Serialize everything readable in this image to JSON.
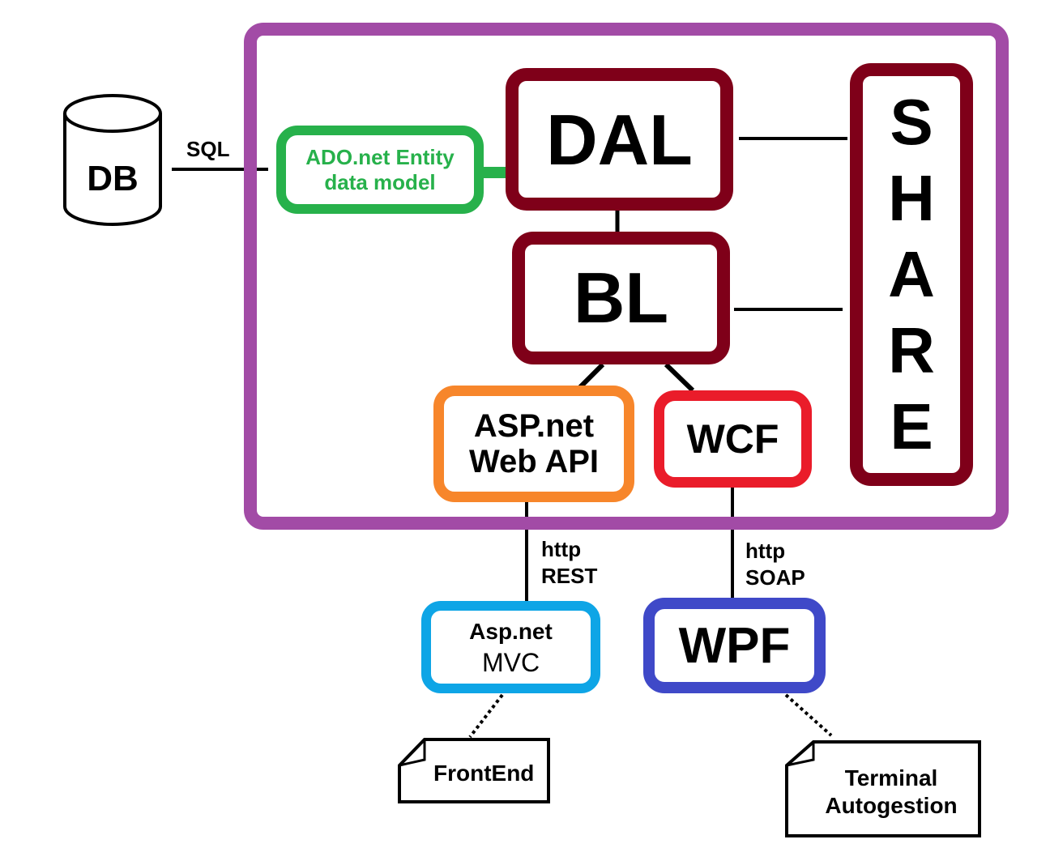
{
  "db": {
    "label": "DB"
  },
  "sql_label": "SQL",
  "ado": {
    "line1": "ADO.net Entity",
    "line2": "data model"
  },
  "dal": {
    "label": "DAL"
  },
  "bl": {
    "label": "BL"
  },
  "share": {
    "letters": [
      "S",
      "H",
      "A",
      "R",
      "E"
    ]
  },
  "webapi": {
    "line1": "ASP.net",
    "line2": "Web API"
  },
  "wcf": {
    "label": "WCF"
  },
  "rest_link": {
    "line1": "http",
    "line2": "REST"
  },
  "soap_link": {
    "line1": "http",
    "line2": "SOAP"
  },
  "mvc": {
    "line1": "Asp.net",
    "line2": "MVC"
  },
  "wpf": {
    "label": "WPF"
  },
  "note_frontend": {
    "label": "FrontEnd"
  },
  "note_terminal": {
    "line1": "Terminal",
    "line2": "Autogestion"
  },
  "colors": {
    "system_border": "#a24ba6",
    "ado": "#27b14b",
    "dal_bl_share": "#7f0019",
    "webapi": "#f7862b",
    "wcf": "#ea1c2a",
    "mvc": "#0ea5e6",
    "wpf": "#3f49c8"
  }
}
